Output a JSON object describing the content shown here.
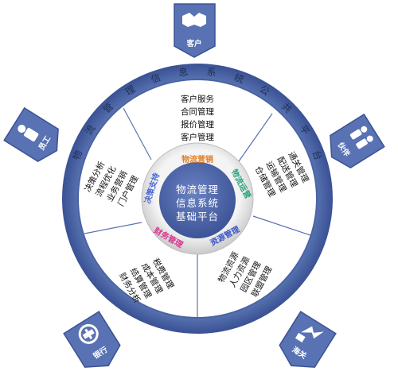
{
  "ring_title": [
    "物",
    "流",
    "管",
    "理",
    "信",
    "息",
    "系",
    "统",
    "公",
    "共",
    "平",
    "台"
  ],
  "core": {
    "line1": "物流管理",
    "line2": "信息系统",
    "line3": "基础平台"
  },
  "modules": {
    "marketing": "物流营销",
    "operations": "物流运营",
    "resources": "资源管理",
    "finance": "财务管理",
    "decision": "决策支持"
  },
  "segments": {
    "top": [
      "客户服务",
      "合同管理",
      "报价管理",
      "客户管理"
    ],
    "right": [
      "通关管理",
      "配送管理",
      "运输管理",
      "仓储管理"
    ],
    "bottom_right": [
      "物流资源",
      "人力资源",
      "园区管理",
      "联盟管理"
    ],
    "bottom_left": [
      "税费管理",
      "成本管理",
      "结算管理",
      "财务分析"
    ],
    "left": [
      "决策分析",
      "流程优化",
      "业务营销",
      "门户管理"
    ]
  },
  "badges": {
    "customer": "客户",
    "partner": "伙伴",
    "staff": "员工",
    "bank": "银行",
    "customs": "海关"
  },
  "colors": {
    "ring": "#4f6aaa",
    "ring_dark": "#2e3f78",
    "core": "#4c66a9",
    "badge": "#5872b3",
    "marketing": "#e87d1e",
    "operations": "#27a27a",
    "resources": "#3d58c8",
    "finance": "#d9348f",
    "decision": "#4a66d0"
  }
}
